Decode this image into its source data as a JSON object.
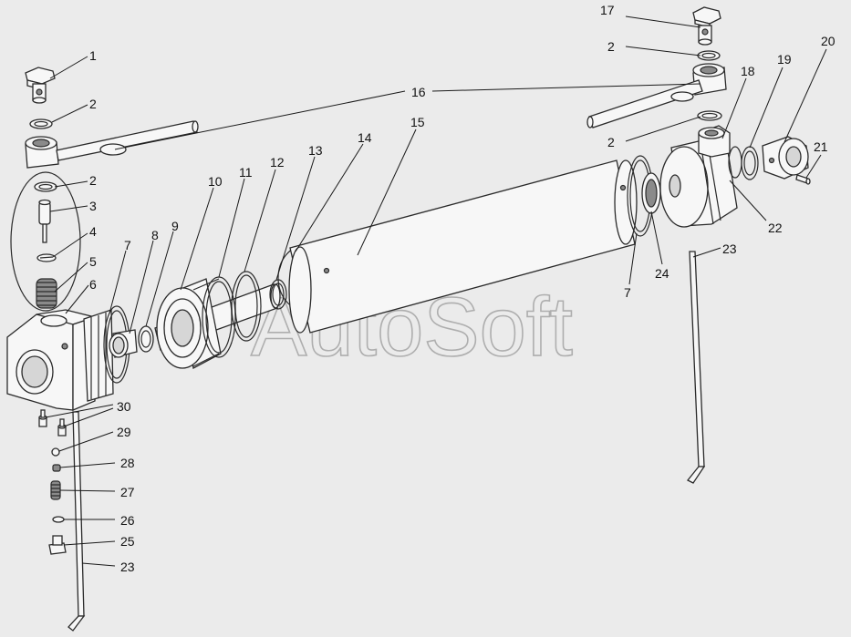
{
  "watermark": "AutoSoft",
  "callouts": [
    "1",
    "2",
    "2",
    "2",
    "2",
    "3",
    "4",
    "5",
    "6",
    "7",
    "7",
    "8",
    "9",
    "10",
    "11",
    "12",
    "13",
    "14",
    "15",
    "16",
    "17",
    "18",
    "19",
    "20",
    "21",
    "22",
    "23",
    "23",
    "24",
    "25",
    "26",
    "27",
    "28",
    "29",
    "30"
  ],
  "colors": {
    "line": "#2a2a2a",
    "background": "#ebebeb",
    "watermark": "#9a9a9a"
  }
}
